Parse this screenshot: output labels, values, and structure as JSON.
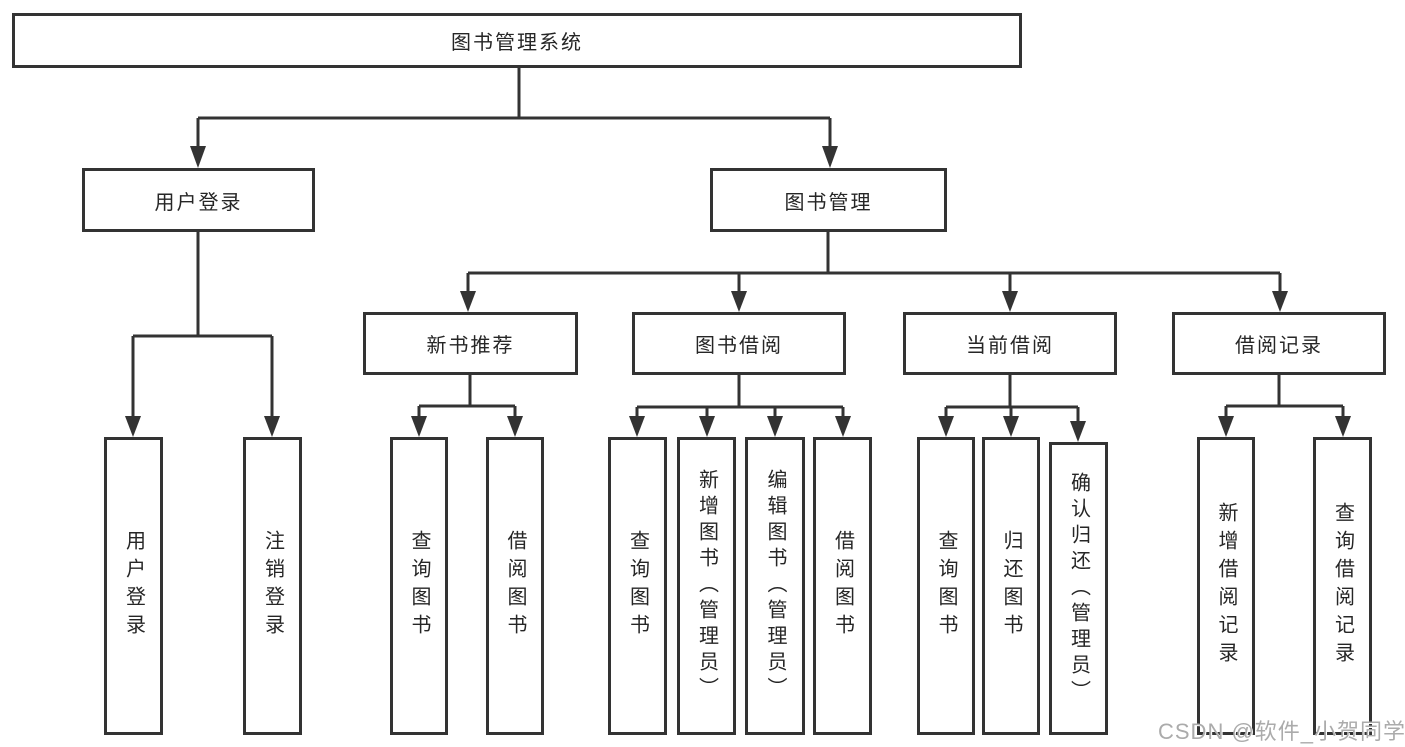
{
  "tree": {
    "root": {
      "label": "图书管理系统"
    },
    "level2": [
      {
        "label": "用户登录",
        "children": [
          {
            "label": "用户登录"
          },
          {
            "label": "注销登录"
          }
        ]
      },
      {
        "label": "图书管理",
        "children": [
          {
            "label": "新书推荐",
            "children": [
              {
                "label": "查询图书"
              },
              {
                "label": "借阅图书"
              }
            ]
          },
          {
            "label": "图书借阅",
            "children": [
              {
                "label": "查询图书"
              },
              {
                "label": "新增图书（管理员）"
              },
              {
                "label": "编辑图书（管理员）"
              },
              {
                "label": "借阅图书"
              }
            ]
          },
          {
            "label": "当前借阅",
            "children": [
              {
                "label": "查询图书"
              },
              {
                "label": "归还图书"
              },
              {
                "label": "确认归还（管理员）"
              }
            ]
          },
          {
            "label": "借阅记录",
            "children": [
              {
                "label": "新增借阅记录"
              },
              {
                "label": "查询借阅记录"
              }
            ]
          }
        ]
      }
    ]
  },
  "watermark": {
    "text": "CSDN @软件_小贺同学"
  },
  "colors": {
    "line": "#333333",
    "box_border": "#333333",
    "text": "#262626",
    "watermark": "#ababab",
    "background": "#ffffff"
  }
}
